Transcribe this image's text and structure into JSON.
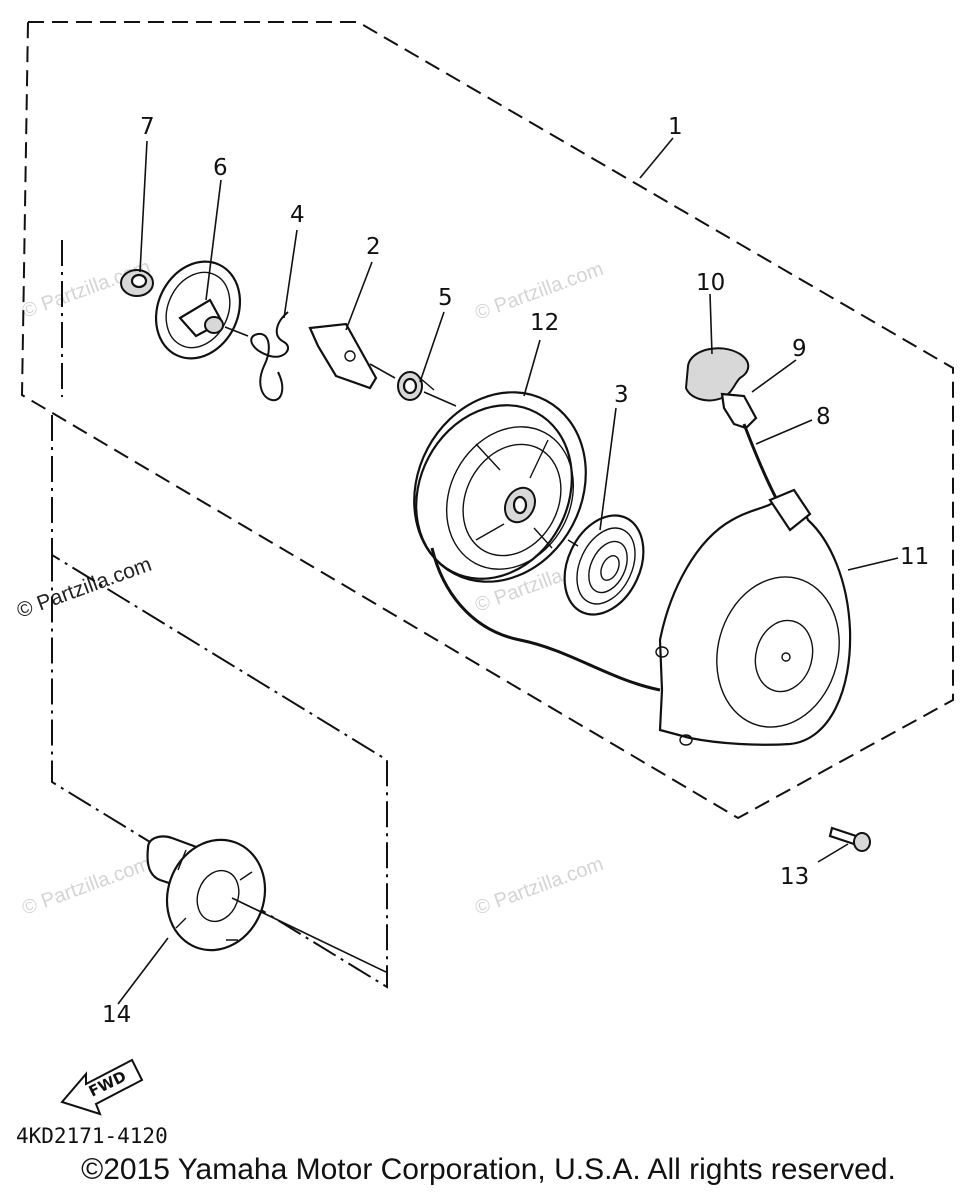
{
  "diagram": {
    "callouts": [
      {
        "id": "1",
        "text": "1"
      },
      {
        "id": "2",
        "text": "2"
      },
      {
        "id": "3",
        "text": "3"
      },
      {
        "id": "4",
        "text": "4"
      },
      {
        "id": "5",
        "text": "5"
      },
      {
        "id": "6",
        "text": "6"
      },
      {
        "id": "7",
        "text": "7"
      },
      {
        "id": "8",
        "text": "8"
      },
      {
        "id": "9",
        "text": "9"
      },
      {
        "id": "10",
        "text": "10"
      },
      {
        "id": "11",
        "text": "11"
      },
      {
        "id": "12",
        "text": "12"
      },
      {
        "id": "13",
        "text": "13"
      },
      {
        "id": "14",
        "text": "14"
      }
    ],
    "fwd_label": "FWD",
    "diagram_code": "4KD2171-4120",
    "watermark": "© Partzilla.com",
    "copyright": "©2015 Yamaha Motor Corporation, U.S.A. All rights reserved."
  }
}
